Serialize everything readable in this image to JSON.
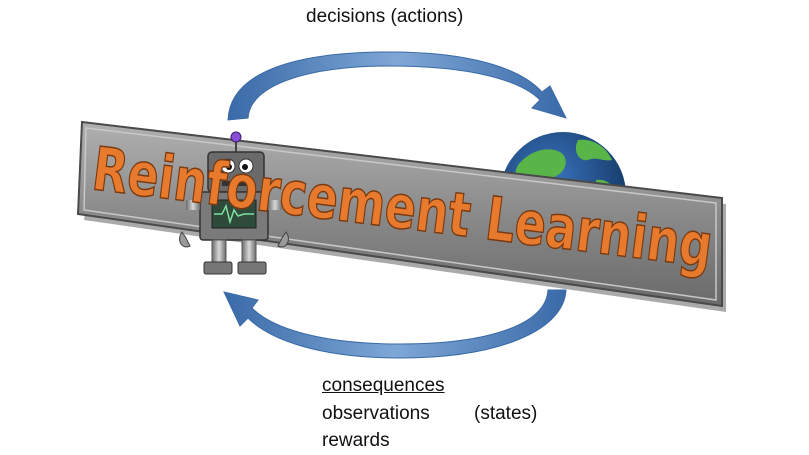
{
  "title": "Reinforcement Learning",
  "top_label": "decisions (actions)",
  "bottom": {
    "heading": "consequences",
    "observations": "observations",
    "states": "(states)",
    "rewards": "rewards"
  },
  "colors": {
    "banner": "#8a8a8a",
    "title_fill": "#e87a2d",
    "title_stroke": "#7a3a10",
    "arrow": "#4f7fb8",
    "ocean": "#1f4f8f",
    "land": "#5ab548"
  },
  "icons": [
    "robot-icon",
    "globe-icon"
  ]
}
